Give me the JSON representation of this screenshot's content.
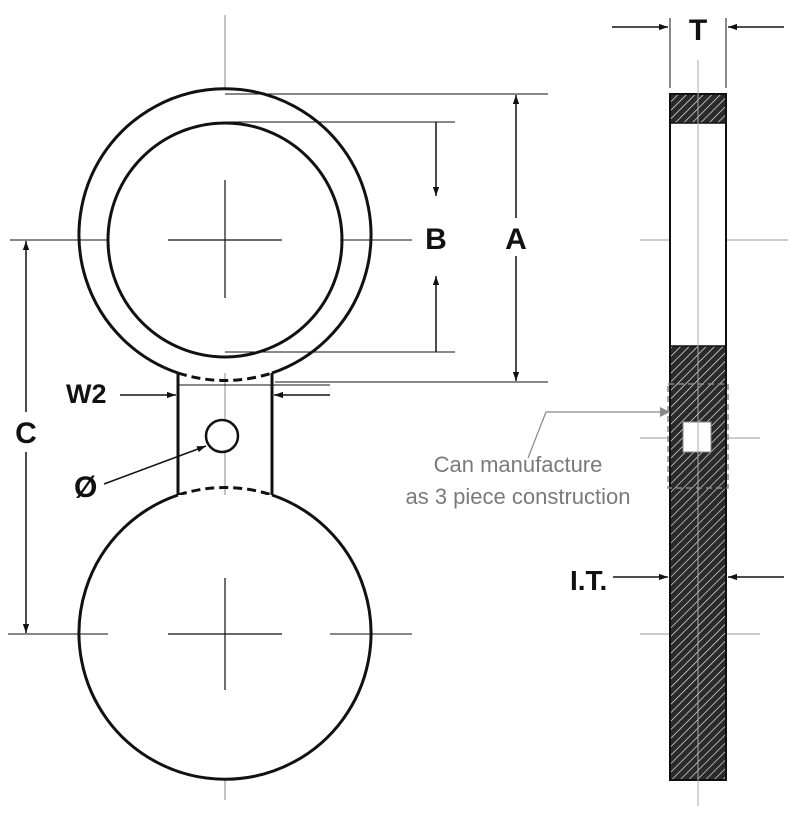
{
  "labels": {
    "a": "A",
    "b": "B",
    "c": "C",
    "t": "T",
    "w2": "W2",
    "hole_dia": "Ø",
    "it": "I.T."
  },
  "note": {
    "line1": "Can manufacture",
    "line2": "as 3 piece construction"
  },
  "colors": {
    "line": "#111111",
    "centerline": "#9a9a9a",
    "note": "#7a7a7a",
    "hatch_bg": "#2a2a2a"
  }
}
